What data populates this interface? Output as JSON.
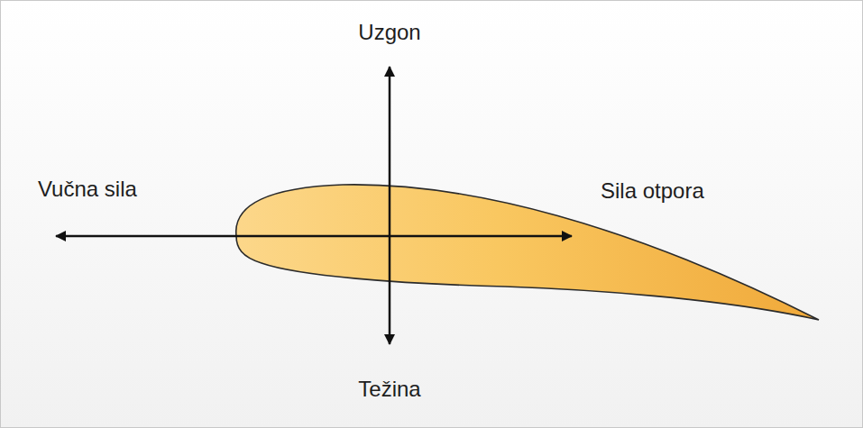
{
  "diagram": {
    "labels": [
      "Uzgon",
      "Vučna sila",
      "Sila otpora",
      "Težina"
    ]
  }
}
